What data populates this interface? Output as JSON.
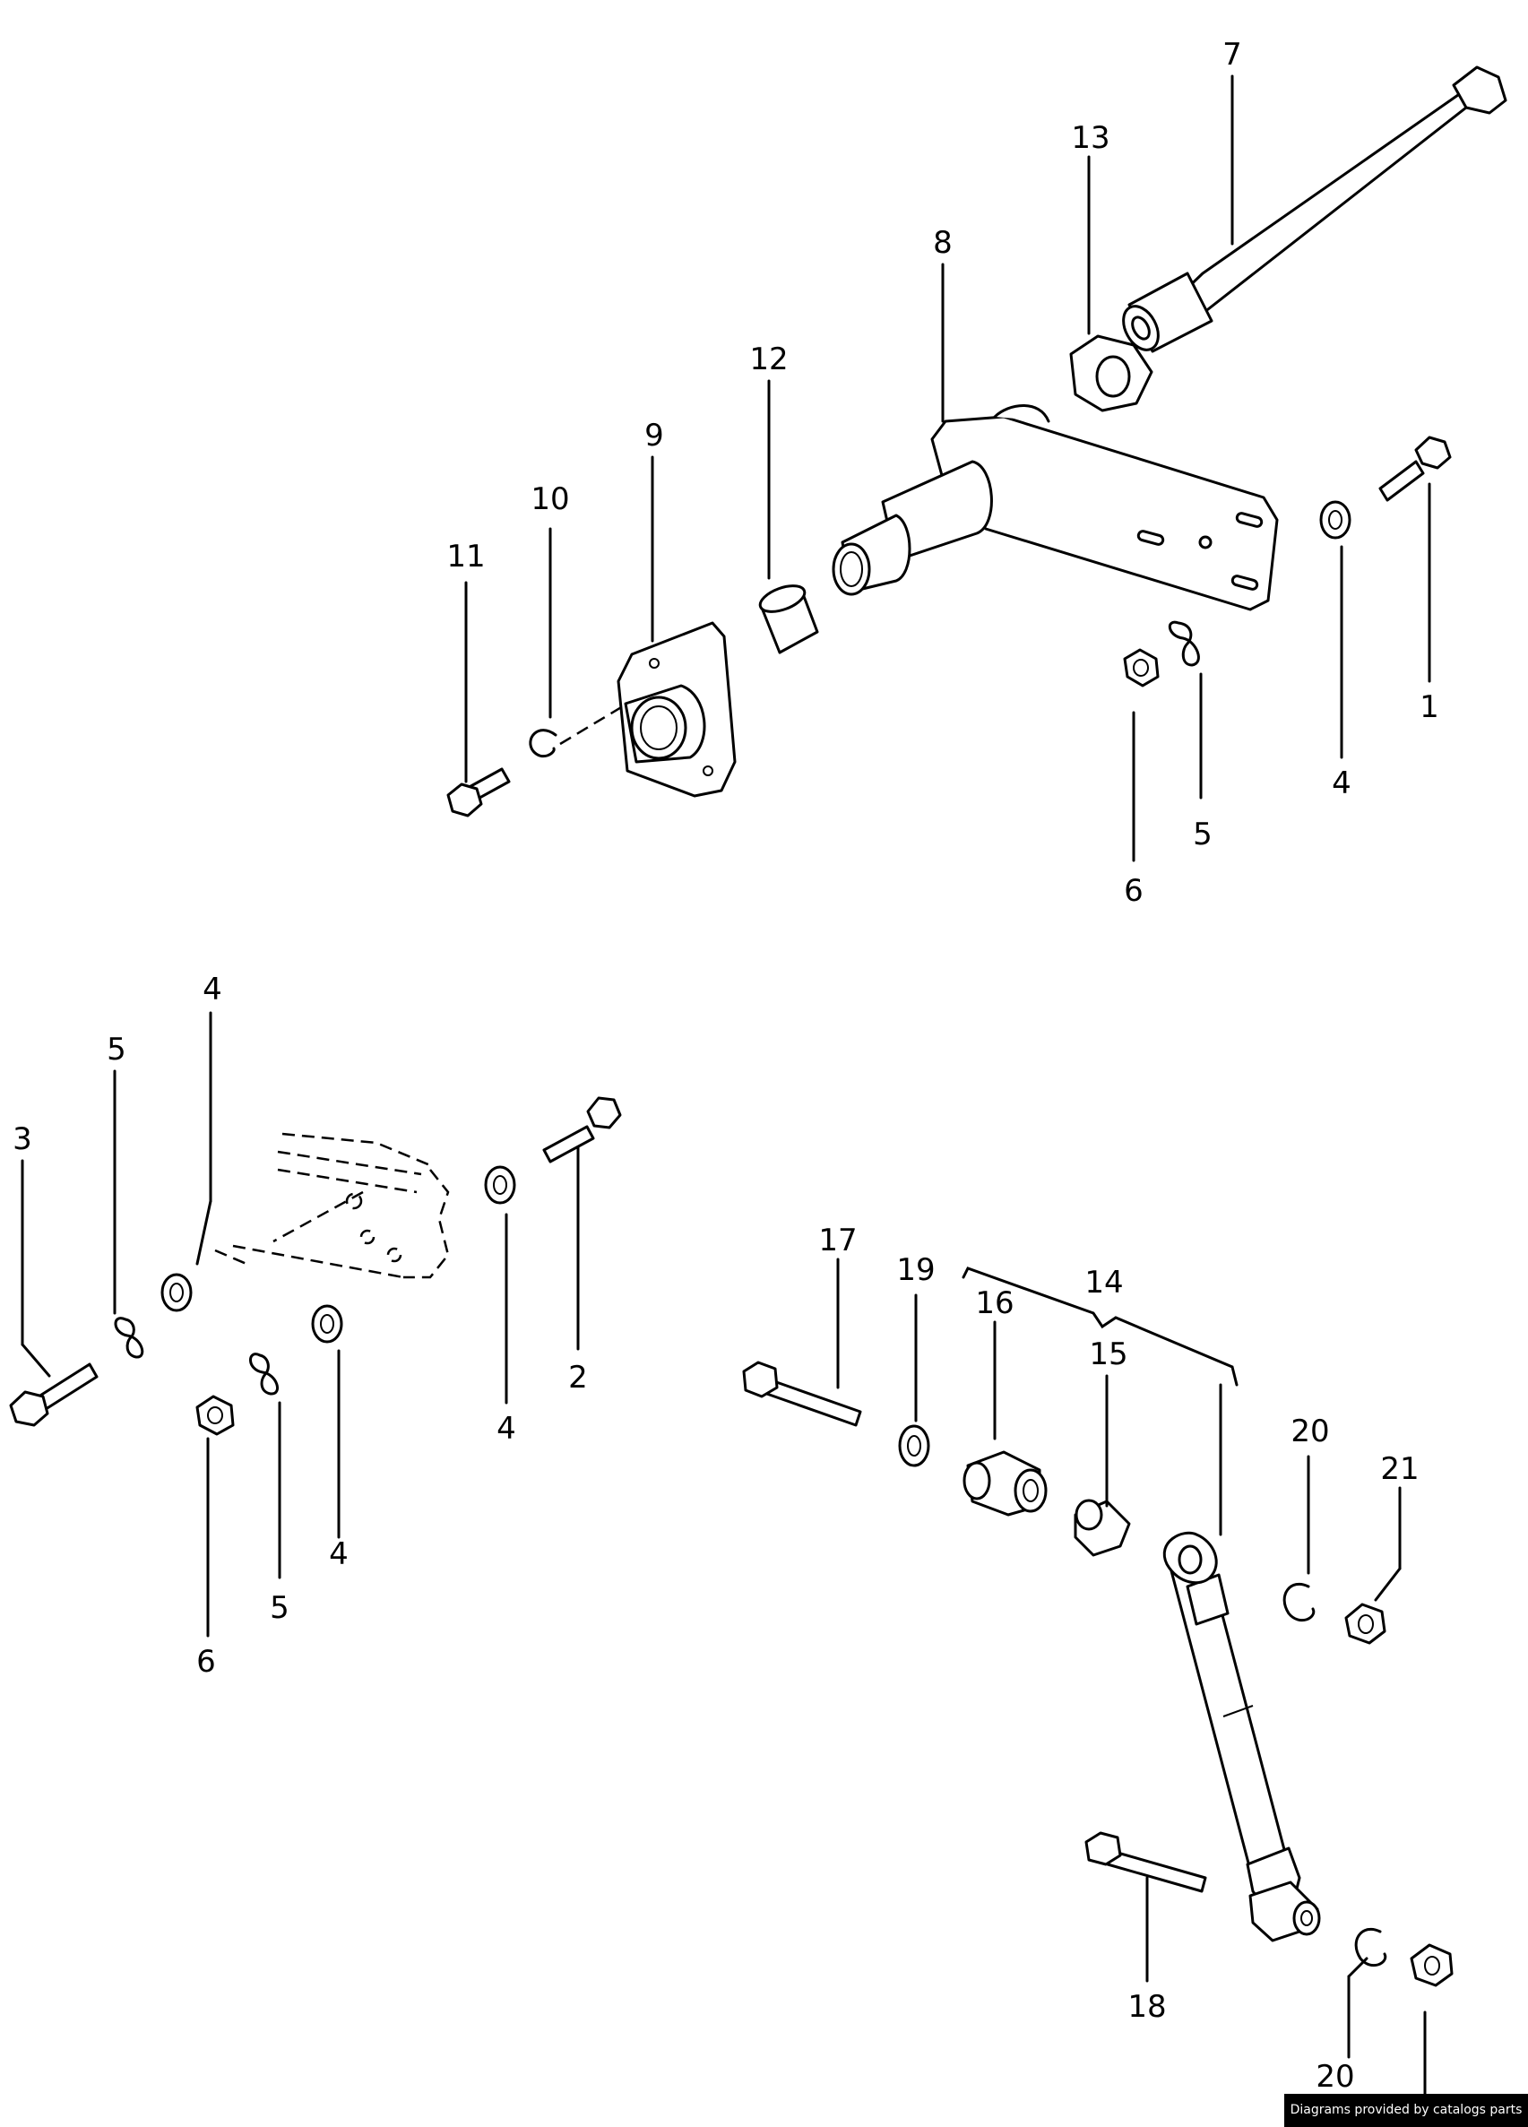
{
  "callouts": {
    "n1": "1",
    "n2": "2",
    "n3": "3",
    "n4a": "4",
    "n4b": "4",
    "n4c": "4",
    "n4d": "4",
    "n5a": "5",
    "n5b": "5",
    "n5c": "5",
    "n6a": "6",
    "n6b": "6",
    "n7": "7",
    "n8": "8",
    "n9": "9",
    "n10": "10",
    "n11": "11",
    "n12": "12",
    "n13": "13",
    "n14": "14",
    "n15": "15",
    "n16": "16",
    "n17": "17",
    "n18": "18",
    "n19": "19",
    "n20a": "20",
    "n20b": "20",
    "n21": "21"
  },
  "credit": "Diagrams provided by catalogs parts"
}
